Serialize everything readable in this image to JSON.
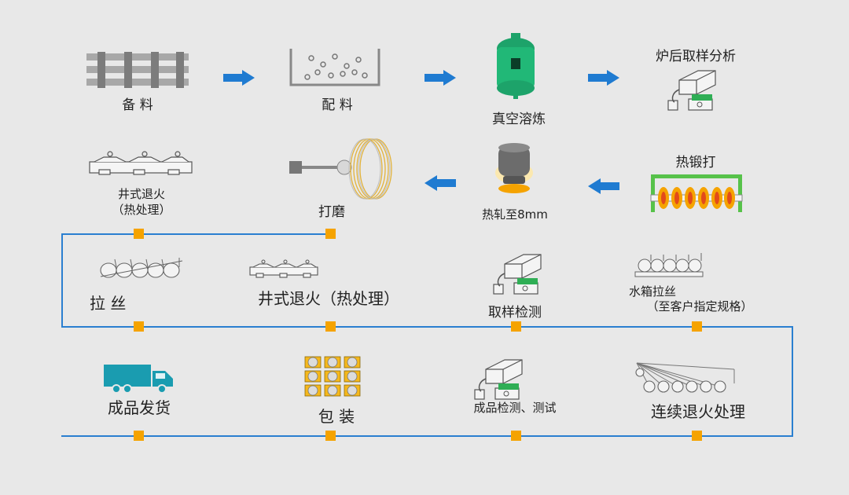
{
  "colors": {
    "accent": "#1f7bd1",
    "node": "#f5a300",
    "line": "#2a7fd0",
    "background": "#e8e8e8"
  },
  "row1": [
    {
      "label": "备 料",
      "icon": "bars-stack-icon"
    },
    {
      "label": "配 料",
      "icon": "mixing-tank-icon"
    },
    {
      "label": "真空溶炼",
      "icon": "vacuum-furnace-icon"
    },
    {
      "label": "炉后取样分析",
      "icon": "sample-analyzer-icon"
    }
  ],
  "row2": [
    {
      "label_line1": "井式退火",
      "label_line2": "（热处理）",
      "icon": "pit-furnace-icon"
    },
    {
      "label": "打磨",
      "icon": "grinding-coil-icon"
    },
    {
      "label": "热轧至8mm",
      "icon": "hot-rolling-icon"
    },
    {
      "label": "热锻打",
      "icon": "hot-forging-icon"
    }
  ],
  "row3": [
    {
      "label": "拉 丝",
      "icon": "wire-drawing-icon"
    },
    {
      "label": "井式退火（热处理）",
      "icon": "pit-furnace-icon"
    },
    {
      "label": "取样检测",
      "icon": "sample-analyzer-icon"
    },
    {
      "label_line1": "水箱拉丝",
      "label_line2": "（至客户指定规格）",
      "icon": "water-tank-drawing-icon"
    }
  ],
  "row4": [
    {
      "label": "成品发货",
      "icon": "truck-icon"
    },
    {
      "label": "包 装",
      "icon": "spool-rack-icon"
    },
    {
      "label": "成品检测、测试",
      "icon": "sample-analyzer-icon"
    },
    {
      "label": "连续退火处理",
      "icon": "continuous-annealing-icon"
    }
  ]
}
